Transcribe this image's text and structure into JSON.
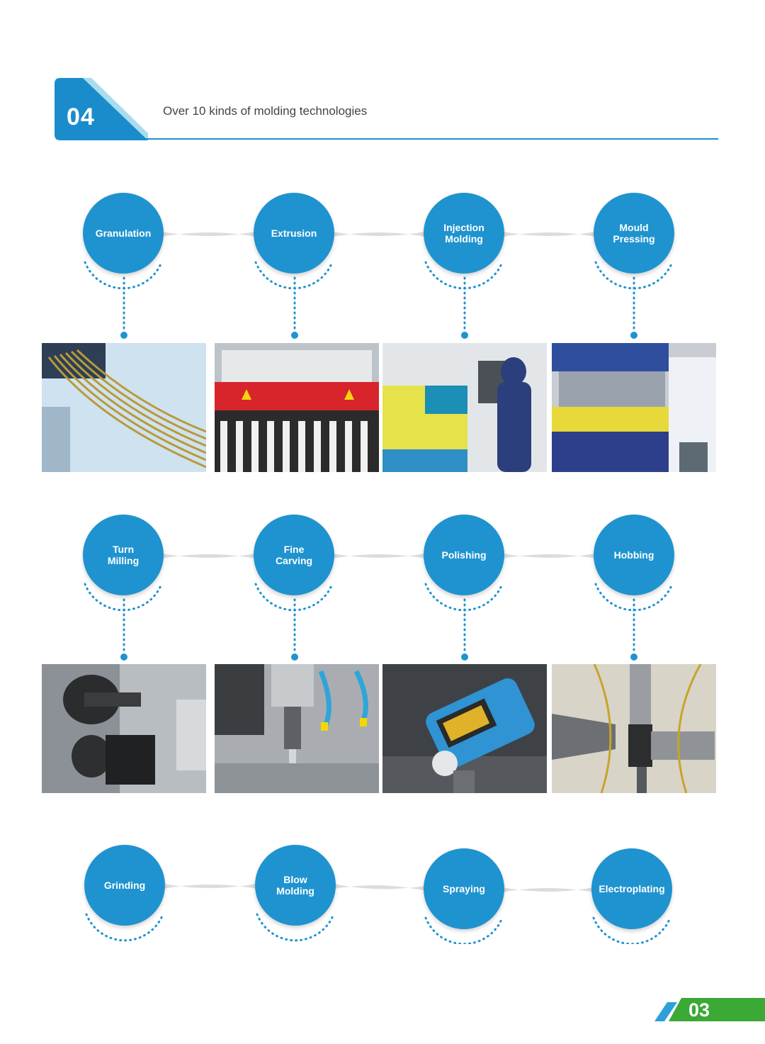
{
  "header": {
    "section_number": "04",
    "title": "Over 10 kinds of molding technologies"
  },
  "rows": [
    {
      "processes": [
        "Granulation",
        "Extrusion",
        "Injection\nMolding",
        "Mould\nPressing"
      ]
    },
    {
      "processes": [
        "Turn\nMilling",
        "Fine\nCarving",
        "Polishing",
        "Hobbing"
      ]
    },
    {
      "processes": [
        "Grinding",
        "Blow\nMolding",
        "Spraying",
        "Electroplating"
      ]
    }
  ],
  "photos": {
    "row1": [
      "granulation-strands-photo",
      "extrusion-machine-photo",
      "injection-molding-worker-photo",
      "mould-press-photo"
    ],
    "row2": [
      "lathe-turn-milling-photo",
      "cnc-fine-carving-photo",
      "polishing-surface-tester-photo",
      "hobbing-gear-cutter-photo"
    ]
  },
  "colors": {
    "primary_blue": "#1f93cf",
    "link_grey": "#dcdcdc",
    "footer_green": "#3aa935"
  },
  "footer": {
    "page_number": "03"
  }
}
